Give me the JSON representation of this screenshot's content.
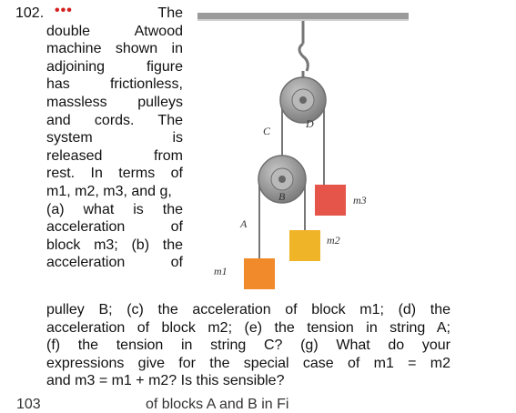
{
  "problem": {
    "number": "102.",
    "difficulty_dots": "•••",
    "column_lines": [
      "The",
      "double Atwood",
      "machine shown in",
      "adjoining figure",
      "has frictionless,",
      "massless pulleys",
      "and cords. The",
      "system is",
      "released from",
      "rest. In terms of",
      "m1, m2, m3, and g,",
      "(a) what is the",
      "acceleration of",
      "block m3; (b) the",
      "acceleration of"
    ],
    "wide_lines": [
      "pulley B; (c) the acceleration of block m1; (d) the",
      "acceleration of block m2; (e) the tension in string A;",
      "(f) the tension in string C? (g) What do your",
      "expressions give for the special case of m1 = m2",
      "and m3 = m1 + m2? Is this sensible?"
    ],
    "next_cut_left": "103",
    "next_cut_right": "of blocks A and B in Fi"
  },
  "figure": {
    "labels": {
      "C": "C",
      "D": "D",
      "B": "B",
      "A": "A",
      "m1": "m1",
      "m2": "m2",
      "m3": "m3"
    },
    "colors": {
      "ceiling": "#9a9a9a",
      "pulley": "#8f8f8f",
      "string": "#777777",
      "block_m1": "#f08a2a",
      "block_m2": "#f0b429",
      "block_m3": "#e5554a",
      "dots": "#d42020"
    }
  }
}
